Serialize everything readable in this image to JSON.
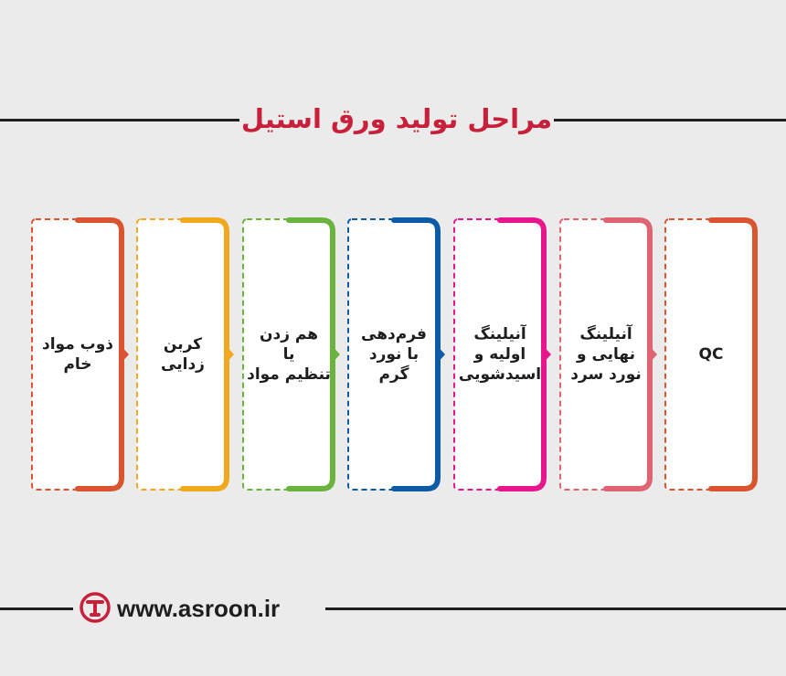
{
  "title": "مراحل تولید ورق استیل",
  "stages": [
    {
      "label": "ذوب مواد\nخام",
      "color": "#d9542f"
    },
    {
      "label": "کربن زدایی",
      "color": "#f2a81d"
    },
    {
      "label": "هم زدن\nیا\nتنظیم مواد",
      "color": "#6ab43e"
    },
    {
      "label": "فرم‌دهی\nبا نورد گرم",
      "color": "#0d5aa7"
    },
    {
      "label": "آنیلینگ\nاولیه و\nاسیدشویی",
      "color": "#e8168c"
    },
    {
      "label": "آنیلینگ\nنهایی و\nنورد سرد",
      "color": "#de6373"
    },
    {
      "label": "QC",
      "color": "#d9542f"
    }
  ],
  "footer": {
    "url": "www.asroon.ir",
    "logo_color": "#c8203a"
  }
}
